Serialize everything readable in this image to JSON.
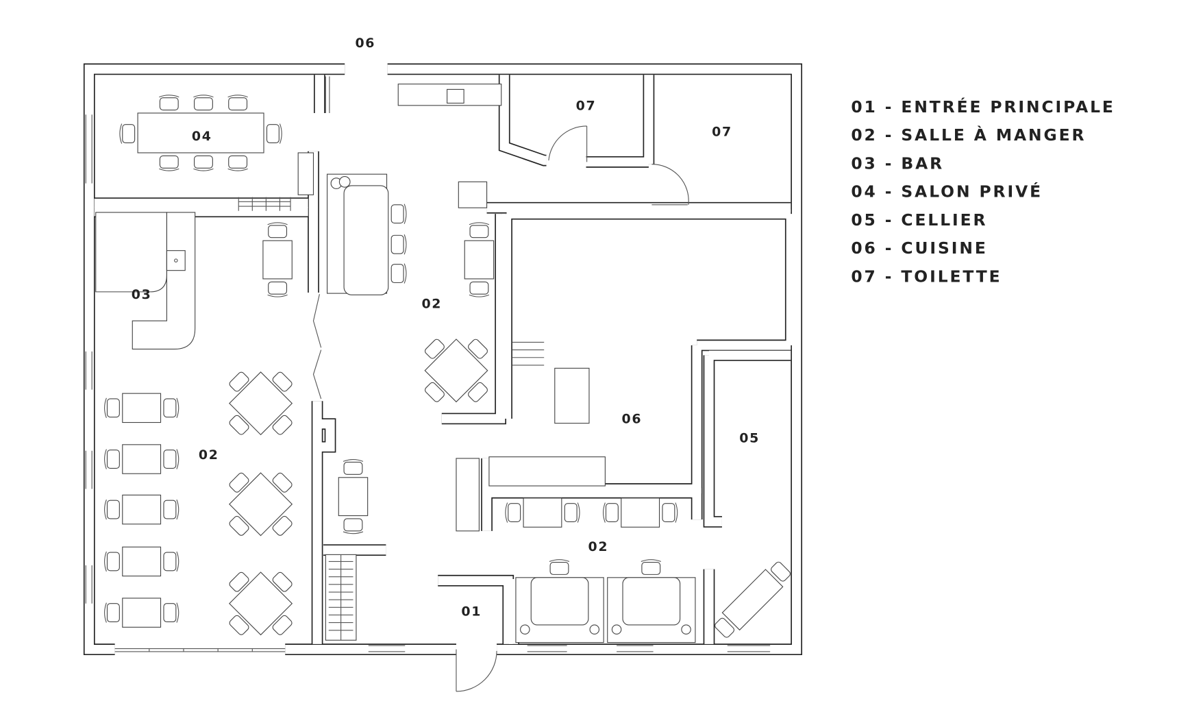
{
  "rooms": {
    "kitchen_top": "06",
    "salon": "04",
    "toilet_a": "07",
    "toilet_b": "07",
    "bar": "03",
    "dining_center": "02",
    "dining_left": "02",
    "kitchen": "06",
    "cellar": "05",
    "dining_bottom": "02",
    "entrance": "01"
  },
  "legend": [
    "01 - ENTRÉE PRINCIPALE",
    "02 - SALLE À MANGER",
    "03 - BAR",
    "04 - SALON PRIVÉ",
    "05 - CELLIER",
    "06 - CUISINE",
    "07 - TOILETTE"
  ],
  "colors": {
    "line": "#222222",
    "background": "#ffffff"
  }
}
